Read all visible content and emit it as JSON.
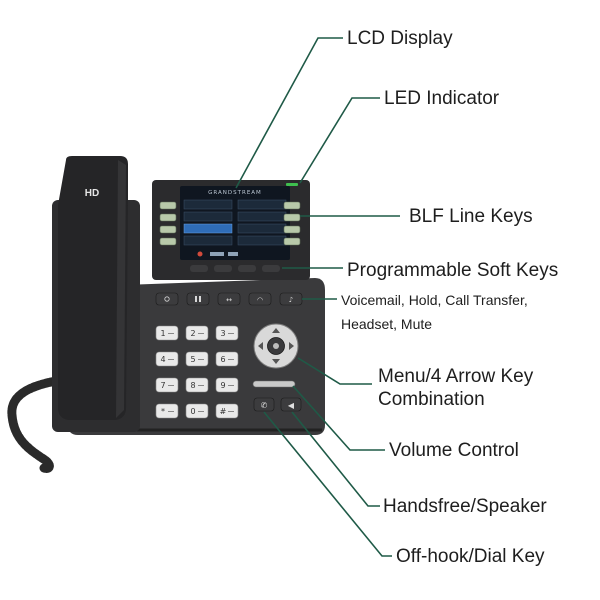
{
  "image": {
    "phone_badge": "HD",
    "brand": "GRANDSTREAM"
  },
  "labels": {
    "lcd_display": "LCD Display",
    "led_indicator": "LED Indicator",
    "blf_line_keys": "BLF Line Keys",
    "programmable_soft_keys": "Programmable Soft Keys",
    "function_keys_line1": "Voicemail, Hold, Call Transfer,",
    "function_keys_line2": "Headset, Mute",
    "menu_line1": "Menu/4 Arrow Key",
    "menu_line2": "Combination",
    "volume_control": "Volume Control",
    "handsfree": "Handsfree/Speaker",
    "offhook": "Off-hook/Dial Key"
  },
  "keypad": [
    "1",
    "2",
    "3",
    "4",
    "5",
    "6",
    "7",
    "8",
    "9",
    "*",
    "0",
    "#"
  ],
  "colors": {
    "leader_line": "#1f5a47",
    "phone_body": "#3a3a3c",
    "led": "#3fbf4f",
    "line_key": "#b8c9a9"
  }
}
